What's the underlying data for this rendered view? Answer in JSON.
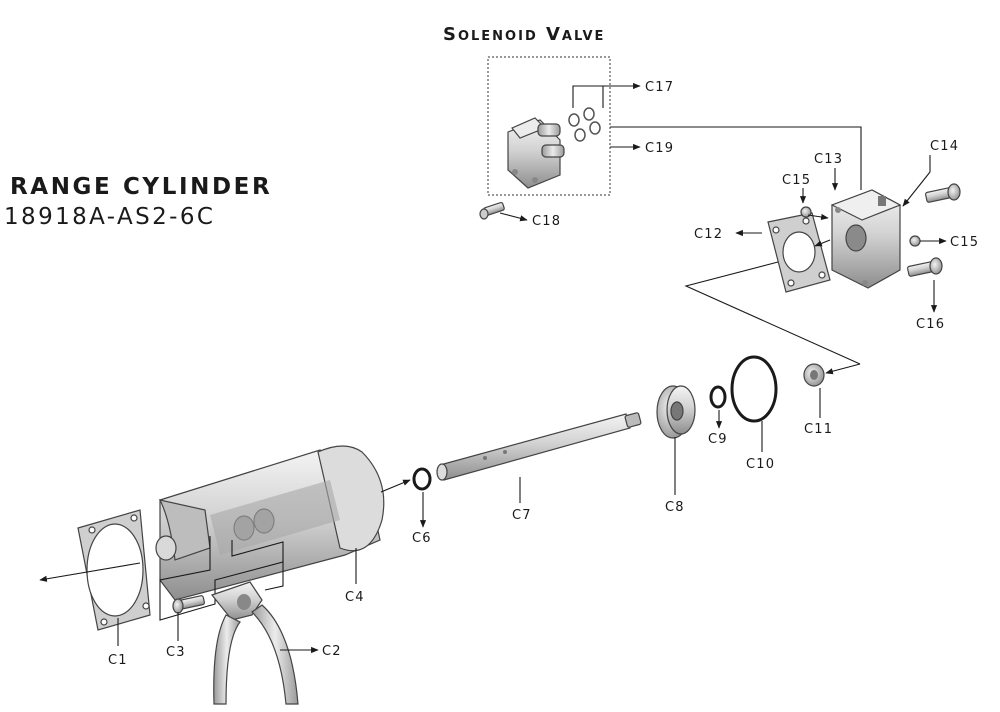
{
  "titles": {
    "main": "RANGE CYLINDER",
    "part_number": "18918A-AS2-6C",
    "subassembly": "Solenoid Valve"
  },
  "callouts": [
    "C1",
    "C2",
    "C3",
    "C4",
    "C6",
    "C7",
    "C8",
    "C9",
    "C10",
    "C11",
    "C12",
    "C13",
    "C14",
    "C15",
    "C15",
    "C16",
    "C17",
    "C18",
    "C19"
  ],
  "colors": {
    "ink": "#1a1a1a",
    "metal_light": "#e6e6e6",
    "metal_mid": "#b5b5b5",
    "metal_dark": "#7a7a7a"
  }
}
